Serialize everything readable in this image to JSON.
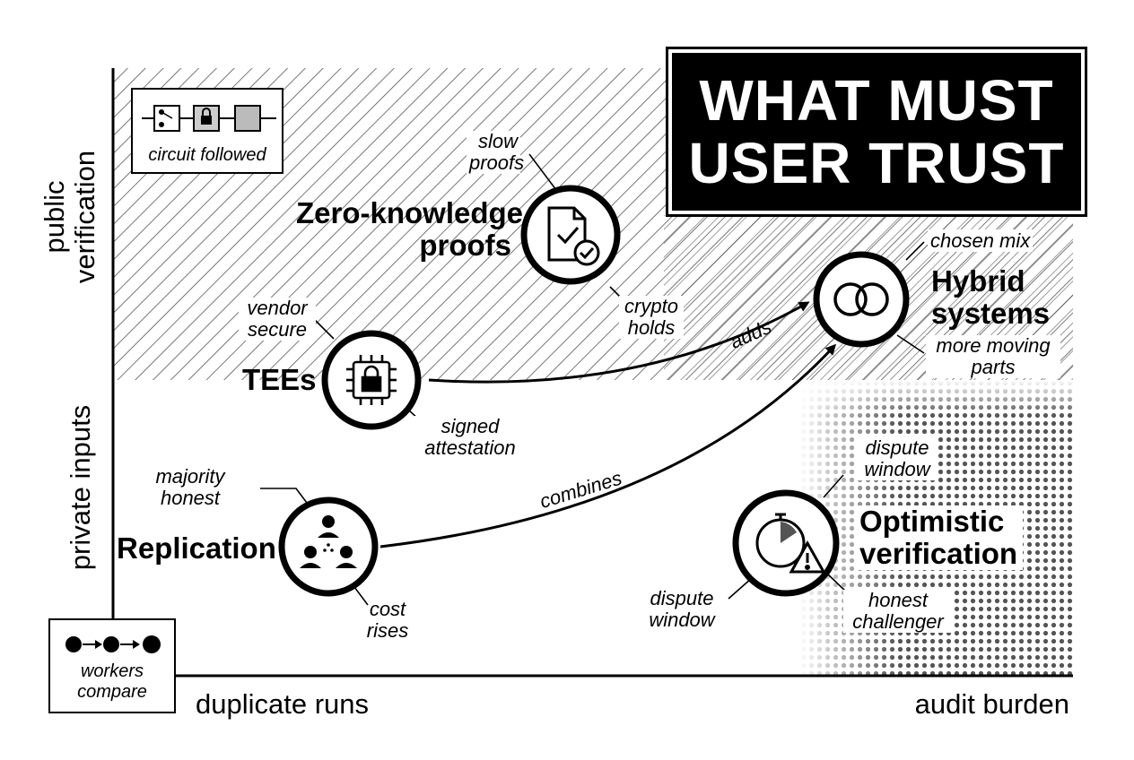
{
  "title": {
    "line1": "WHAT MUST",
    "line2": "USER TRUST"
  },
  "axes": {
    "y_upper": {
      "line1": "public",
      "line2": "verification"
    },
    "y_lower": "private inputs",
    "x_left": "duplicate runs",
    "x_right": "audit burden"
  },
  "legends": {
    "top": {
      "caption": "circuit followed",
      "icon": "circuit-lock-icon"
    },
    "bottom": {
      "caption_line1": "workers",
      "caption_line2": "compare",
      "icon": "dot-chain-icon"
    }
  },
  "nodes": {
    "zk": {
      "label_line1": "Zero-knowledge",
      "label_line2": "proofs",
      "icon": "document-check-icon",
      "note_top": {
        "line1": "slow",
        "line2": "proofs"
      },
      "note_bottom": {
        "line1": "crypto",
        "line2": "holds"
      }
    },
    "hybrid": {
      "label_line1": "Hybrid",
      "label_line2": "systems",
      "icon": "interlocked-rings-icon",
      "note_top": "chosen mix",
      "note_bottom": {
        "line1": "more moving",
        "line2": "parts"
      }
    },
    "tee": {
      "label": "TEEs",
      "icon": "chip-lock-icon",
      "note_top": {
        "line1": "vendor",
        "line2": "secure"
      },
      "note_bottom": {
        "line1": "signed",
        "line2": "attestation"
      }
    },
    "replication": {
      "label": "Replication",
      "icon": "people-network-icon",
      "note_top": {
        "line1": "majority",
        "line2": "honest"
      },
      "note_bottom": {
        "line1": "cost",
        "line2": "rises"
      }
    },
    "optimistic": {
      "label_line1": "Optimistic",
      "label_line2": "verification",
      "icon": "stopwatch-warning-icon",
      "note_top": {
        "line1": "dispute",
        "line2": "window"
      },
      "note_left": {
        "line1": "dispute",
        "line2": "window"
      },
      "note_right": {
        "line1": "honest",
        "line2": "challenger"
      }
    }
  },
  "arrows": {
    "tee_to_hybrid": "adds",
    "replication_to_hybrid": "combines"
  }
}
